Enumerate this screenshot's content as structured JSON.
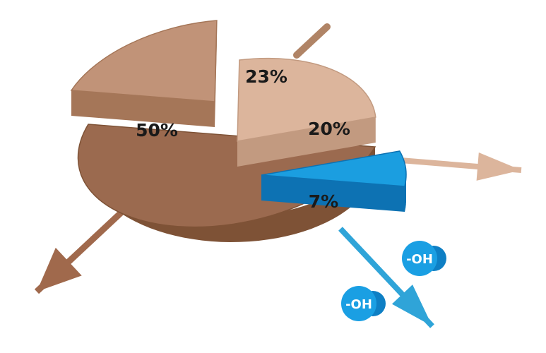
{
  "chart_data": {
    "type": "pie",
    "title": "",
    "slices": [
      {
        "value": 50,
        "label": "50%",
        "color": "#9b6a4f",
        "side_color": "#7e5236",
        "exploded": false
      },
      {
        "value": 23,
        "label": "23%",
        "color": "#c19378",
        "side_color": "#a57658",
        "exploded": false
      },
      {
        "value": 20,
        "label": "20%",
        "color": "#dcb59c",
        "side_color": "#c29a80",
        "exploded": false
      },
      {
        "value": 7,
        "label": "7%",
        "color": "#1b9ee0",
        "side_color": "#0d72b3",
        "exploded": true
      }
    ],
    "arrow_colors": {
      "brown": "#a0694c",
      "tan": "#b08466",
      "light": "#dcb59c",
      "blue": "#2fa4d8"
    }
  },
  "badges": [
    {
      "text": "-OH",
      "color": "#1a9fe3"
    },
    {
      "text": "-OH",
      "color": "#1a9fe3"
    }
  ]
}
